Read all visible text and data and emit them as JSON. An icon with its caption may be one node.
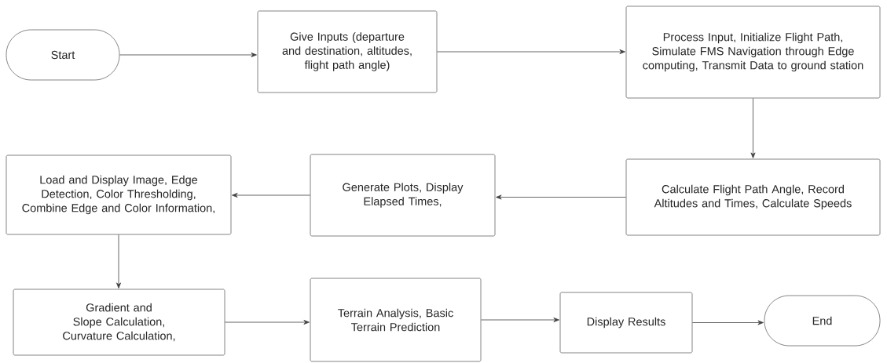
{
  "diagram": {
    "nodes": [
      {
        "text": [
          "Start"
        ]
      },
      {
        "text": [
          "Give Inputs (departure and destination, altitudes, flight path angle)"
        ]
      },
      {
        "text": [
          "Process Input, Initialize Flight Path, Simulate FMS Navigation through Edge computing, Transmit Data to ground station"
        ]
      },
      {
        "text": [
          "Calculate Flight Path Angle, Record Altitudes and Times, Calculate Speeds"
        ]
      },
      {
        "text": [
          "Generate Plots, Display Elapsed Times,"
        ]
      },
      {
        "text": [
          "Load and Display Image, Edge Detection, Color Thresholding, Combine Edge and Color Information,"
        ]
      },
      {
        "text": [
          "Gradient and Slope Calculation, Curvature Calculation,"
        ]
      },
      {
        "text": [
          "Terrain Analysis, Basic Terrain Prediction"
        ]
      },
      {
        "text": [
          "Display Results"
        ]
      },
      {
        "text": [
          "End"
        ]
      }
    ],
    "edges": [
      {
        "from": 0,
        "to": 1,
        "arrow": "to"
      },
      {
        "from": 1,
        "to": 2,
        "arrow": "to"
      },
      {
        "from": 2,
        "to": 3,
        "arrow": "to"
      },
      {
        "from": 3,
        "to": 4,
        "arrow": "to"
      },
      {
        "from": 4,
        "to": 5,
        "arrow": "to"
      },
      {
        "from": 5,
        "to": 6,
        "arrow": "to"
      },
      {
        "from": 6,
        "to": 7,
        "arrow": "to"
      },
      {
        "from": 7,
        "to": 8,
        "arrow": "to"
      },
      {
        "from": 8,
        "to": 9,
        "arrow": "to"
      }
    ]
  }
}
